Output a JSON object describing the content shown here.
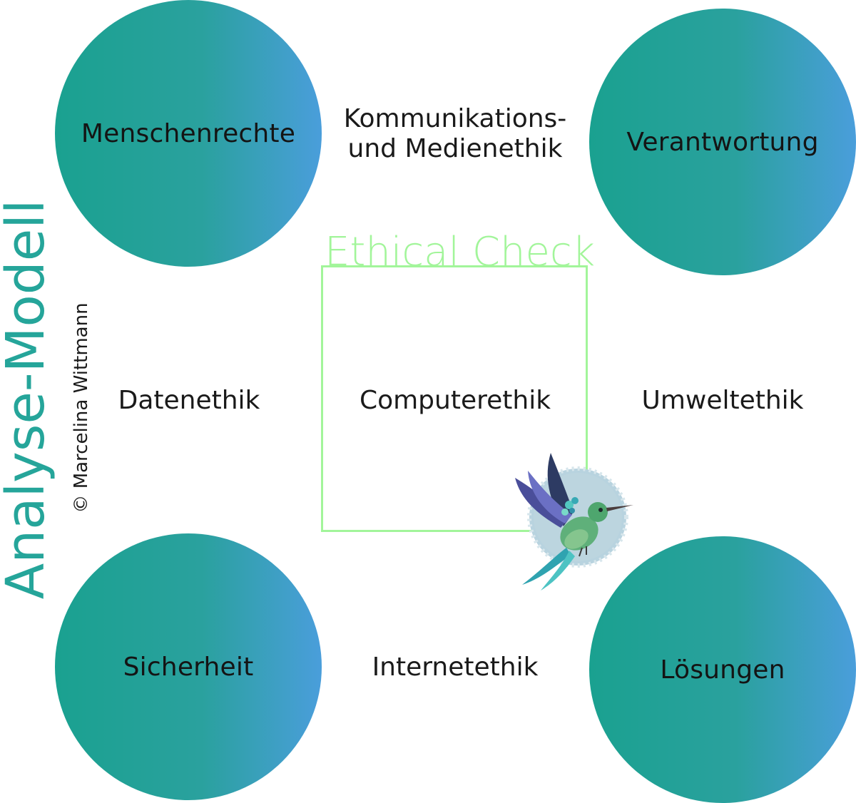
{
  "diagram": {
    "vertical_title": "Analyse-Modell",
    "copyright": "© Marcelina Wittmann",
    "center_title": "Ethical Check",
    "circles": {
      "top_left": "Menschenrechte",
      "top_right": "Verantwortung",
      "bottom_left": "Sicherheit",
      "bottom_right": "Lösungen"
    },
    "labels": {
      "top_line1": "Kommunikations-",
      "top_line2": "und Medienethik",
      "left": "Datenethik",
      "center": "Computerethik",
      "right": "Umweltethik",
      "bottom": "Internetethik"
    },
    "colors": {
      "circle_start": "#1aa190",
      "circle_end": "#4a9edb",
      "check_green": "#a2f59a",
      "title_teal": "#25a59a"
    },
    "icons": {
      "bird": "hummingbird-icon"
    }
  }
}
